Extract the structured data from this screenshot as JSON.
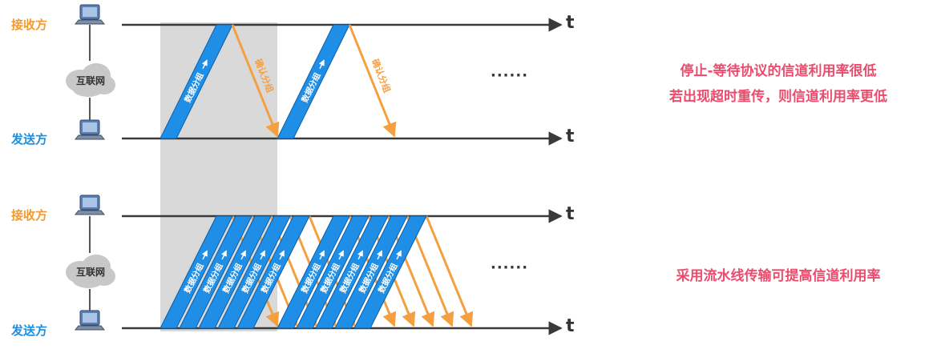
{
  "scenario_top": {
    "receiver_label": "接收方",
    "sender_label": "发送方",
    "network_label": "互联网",
    "time_label": "t",
    "packet_label": "数据分组",
    "ack_label": "确认分组",
    "ellipsis": "······"
  },
  "scenario_bottom": {
    "receiver_label": "接收方",
    "sender_label": "发送方",
    "network_label": "互联网",
    "time_label": "t",
    "packet_label": "数据分组",
    "ellipsis": "······"
  },
  "notes": {
    "stop_wait_line1": "停止-等待协议的信道利用率很低",
    "stop_wait_line2": "若出现超时重传，则信道利用率更低",
    "pipeline": "采用流水线传输可提高信道利用率"
  },
  "colors": {
    "packet_fill": "#1f8ee6",
    "packet_edge": "#0d5fa8",
    "ack_arrow": "#f5a040",
    "timeline": "#3a3a3a",
    "highlight_band": "#d9d9d9",
    "receiver_text": "#f39a2e",
    "sender_text": "#1c90e0",
    "note_text": "#ea4c6e"
  },
  "icons": {
    "host": "laptop-icon",
    "network": "cloud-icon"
  }
}
